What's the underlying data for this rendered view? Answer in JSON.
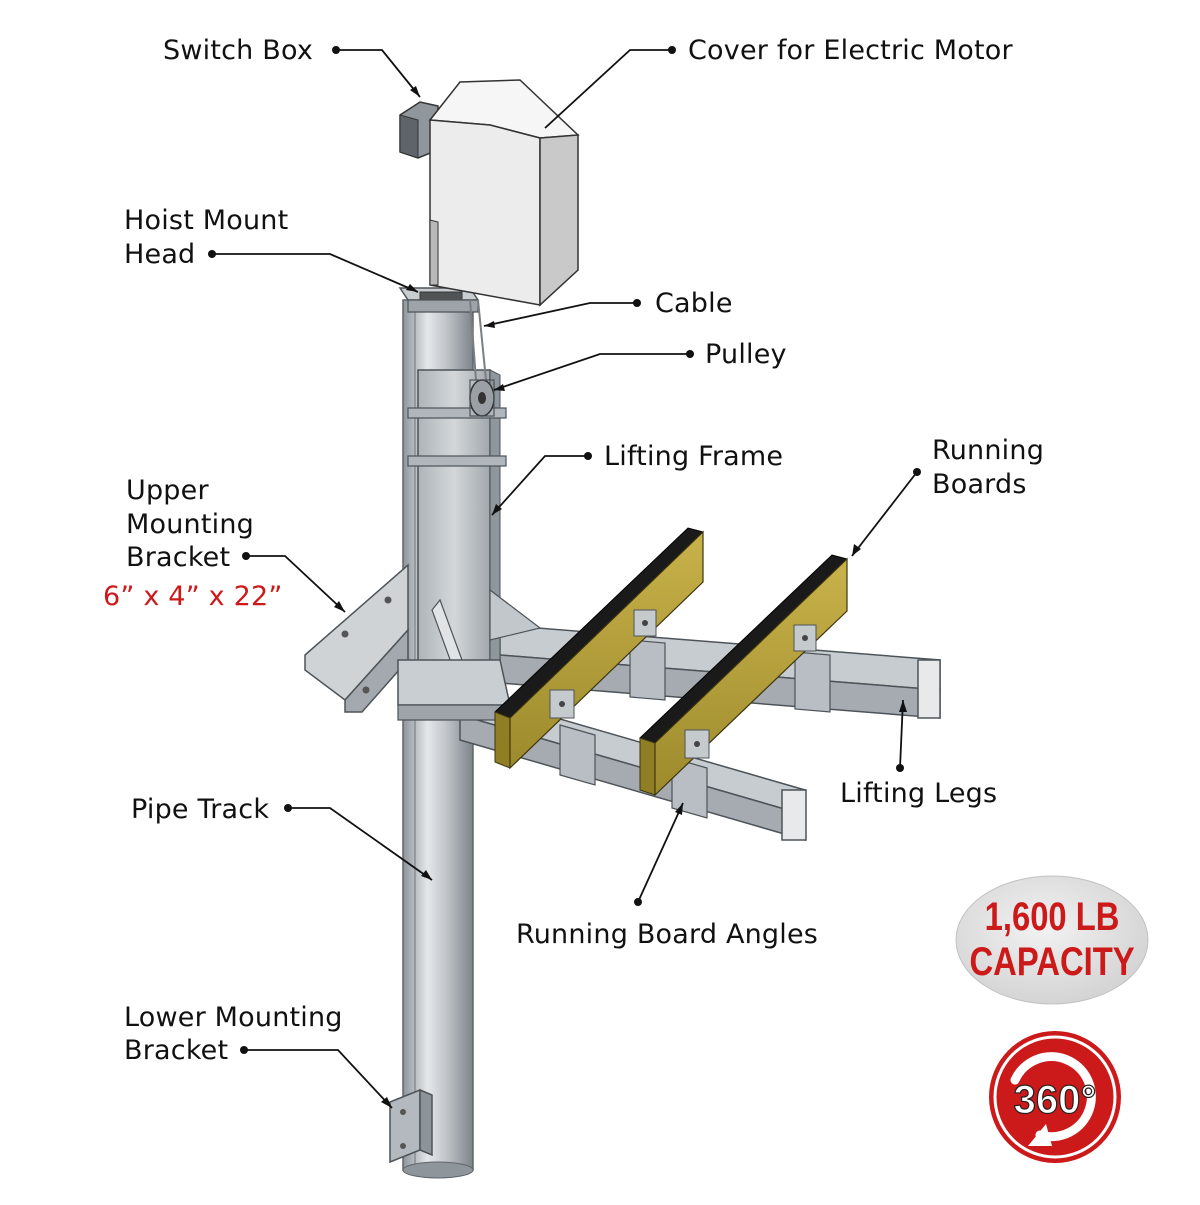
{
  "labels": {
    "switch_box": "Switch Box",
    "cover_motor": "Cover for Electric Motor",
    "hoist_mount_1": "Hoist Mount",
    "hoist_mount_2": "Head",
    "cable": "Cable",
    "pulley": "Pulley",
    "lifting_frame": "Lifting Frame",
    "running_boards_1": "Running",
    "running_boards_2": "Boards",
    "upper_bracket_1": "Upper",
    "upper_bracket_2": "Mounting",
    "upper_bracket_3": "Bracket",
    "upper_bracket_dims": "6” x 4” x 22”",
    "lifting_legs": "Lifting Legs",
    "pipe_track": "Pipe Track",
    "running_board_angles": "Running Board Angles",
    "lower_bracket_1": "Lower Mounting",
    "lower_bracket_2": "Bracket"
  },
  "badges": {
    "capacity_line1": "1,600 LB",
    "capacity_line2": "CAPACITY",
    "rotation": "360°"
  },
  "colors": {
    "galvanized": "#c6cbcf",
    "galvanized_dark": "#9aa0a5",
    "galvanized_light": "#dfe3e6",
    "motor_cover": "#ebebeb",
    "board_wood": "#b6a23a",
    "board_rubber": "#1c1c1c",
    "accent_red": "#cc1a1a",
    "badge_grey": "#dddddd"
  }
}
